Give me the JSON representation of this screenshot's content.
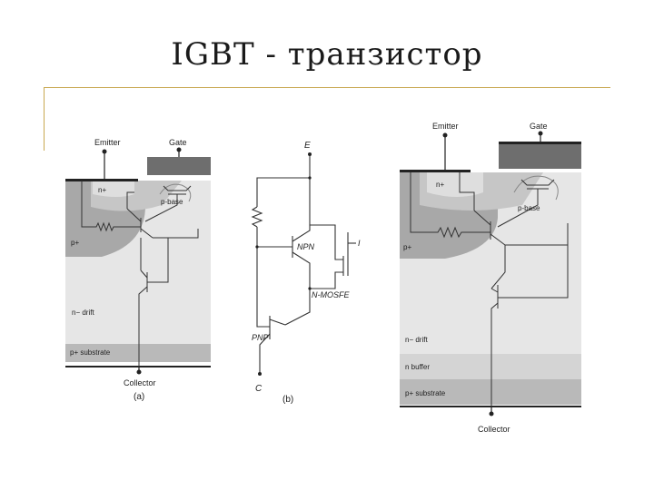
{
  "title": "IGBT - транзистор",
  "diagram_a": {
    "emitter": "Emitter",
    "gate": "Gate",
    "n_plus": "n+",
    "p_base": "p-base",
    "p_plus": "p+",
    "n_drift": "n− drift",
    "p_substrate": "p+ substrate",
    "collector": "Collector",
    "caption": "(a)"
  },
  "diagram_b": {
    "e": "E",
    "npn": "NPN",
    "nmos": "N-MOSFE",
    "pnp": "PNP",
    "c": "C",
    "gate_label": "I",
    "caption": "(b)"
  },
  "diagram_c": {
    "emitter": "Emitter",
    "gate": "Gate",
    "n_plus": "n+",
    "p_base": "p-base",
    "p_plus": "p+",
    "n_drift": "n− drift",
    "n_buffer": "n buffer",
    "p_substrate": "p+ substrate",
    "collector": "Collector"
  },
  "colors": {
    "accent_line": "#c8a850",
    "gate_fill": "#6e6e6e",
    "p_region": "#9a9a9a",
    "drift": "#e6e6e6",
    "substrate": "#b9b9b9",
    "buffer": "#d4d4d4"
  }
}
